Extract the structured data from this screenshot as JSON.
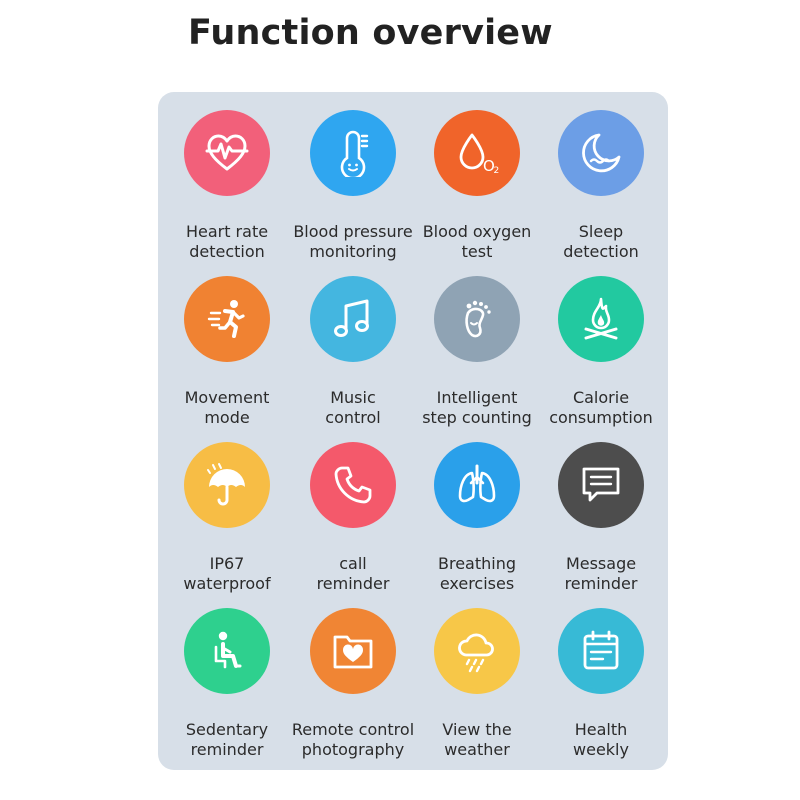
{
  "header": {
    "title": "Function overview"
  },
  "features": [
    {
      "icon": "heart-rate-icon",
      "color": "#f2607a",
      "line1": "Heart rate",
      "line2": "detection"
    },
    {
      "icon": "thermometer-face-icon",
      "color": "#2fa6f0",
      "line1": "Blood pressure",
      "line2": "monitoring"
    },
    {
      "icon": "oxygen-drop-icon",
      "color": "#f0642a",
      "line1": "Blood oxygen",
      "line2": "test"
    },
    {
      "icon": "moon-icon",
      "color": "#6c9ee6",
      "line1": "Sleep",
      "line2": "detection"
    },
    {
      "icon": "runner-icon",
      "color": "#f08232",
      "line1": "Movement",
      "line2": "mode"
    },
    {
      "icon": "music-note-icon",
      "color": "#44b6e0",
      "line1": "Music",
      "line2": "control"
    },
    {
      "icon": "footprint-icon",
      "color": "#8fa3b4",
      "line1": "Intelligent",
      "line2": "step counting"
    },
    {
      "icon": "flame-icon",
      "color": "#22c9a0",
      "line1": "Calorie",
      "line2": "consumption"
    },
    {
      "icon": "umbrella-icon",
      "color": "#f7bd45",
      "line1": "IP67",
      "line2": "waterproof"
    },
    {
      "icon": "phone-icon",
      "color": "#f4596b",
      "line1": "call",
      "line2": "reminder"
    },
    {
      "icon": "lungs-icon",
      "color": "#2aa0ea",
      "line1": "Breathing",
      "line2": "exercises"
    },
    {
      "icon": "message-icon",
      "color": "#4d4d4d",
      "line1": "Message",
      "line2": "reminder"
    },
    {
      "icon": "sitting-person-icon",
      "color": "#2ed08e",
      "line1": "Sedentary",
      "line2": "reminder"
    },
    {
      "icon": "photo-folder-icon",
      "color": "#f08534",
      "line1": "Remote control",
      "line2": "photography"
    },
    {
      "icon": "weather-cloud-icon",
      "color": "#f7c748",
      "line1": "View the",
      "line2": "weather"
    },
    {
      "icon": "calendar-report-icon",
      "color": "#37bad6",
      "line1": "Health",
      "line2": "weekly"
    }
  ]
}
